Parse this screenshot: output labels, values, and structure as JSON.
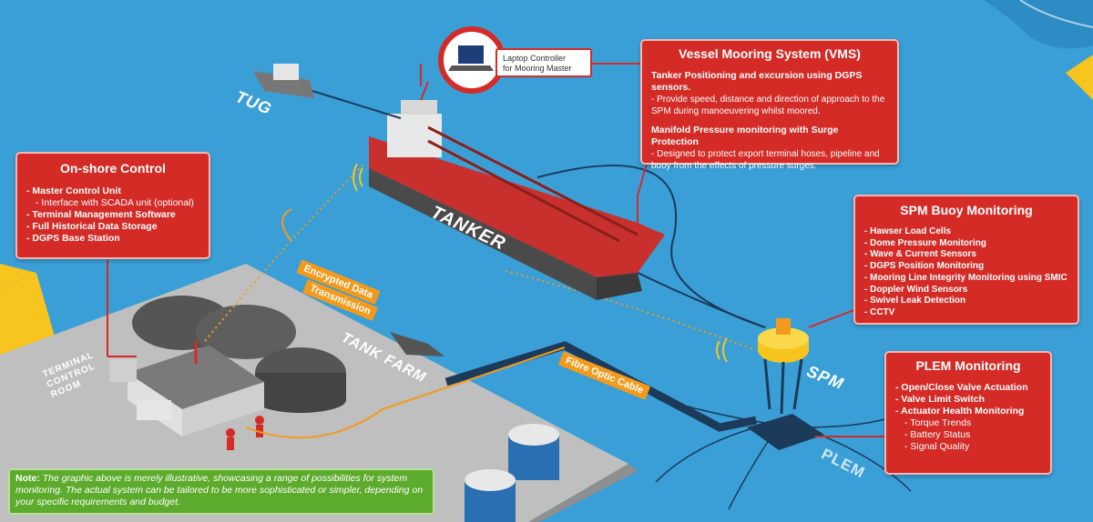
{
  "labels": {
    "tug": "TUG",
    "tanker": "TANKER",
    "tank_farm": "TANK FARM",
    "spm": "SPM",
    "plem": "PLEM",
    "terminal_room": [
      "TERMINAL",
      "CONTROL",
      "ROOM"
    ],
    "encrypted": [
      "Encrypted Data",
      "Transmission"
    ],
    "fibre": "Fibre Optic Cable"
  },
  "laptop": {
    "line1": "Laptop Controller",
    "line2": "for Mooring Master"
  },
  "onshore": {
    "title": "On-shore Control",
    "items": [
      {
        "text": "- Master Control Unit",
        "sub": false
      },
      {
        "text": "- Interface with SCADA unit (optional)",
        "sub": true
      },
      {
        "text": "- Terminal Management Software",
        "sub": false
      },
      {
        "text": "- Full Historical Data Storage",
        "sub": false
      },
      {
        "text": "- DGPS Base Station",
        "sub": false
      }
    ]
  },
  "vms": {
    "title": "Vessel Mooring System (VMS)",
    "h1": "Tanker Positioning and excursion using DGPS sensors.",
    "p1": "- Provide speed, distance and direction of approach to the SPM during manoeuvering whilst moored.",
    "h2": "Manifold Pressure monitoring with Surge Protection",
    "p2": "- Designed to protect export terminal hoses, pipeline and buoy from the effects of pressure surges."
  },
  "spm_box": {
    "title": "SPM Buoy Monitoring",
    "items": [
      "- Hawser Load Cells",
      "- Dome Pressure Monitoring",
      "- Wave & Current Sensors",
      "- DGPS Position Monitoring",
      "- Mooring Line Integrity Monitoring using SMIC",
      "- Doppler Wind Sensors",
      "- Swivel Leak Detection",
      "- CCTV"
    ]
  },
  "plem_box": {
    "title": "PLEM Monitoring",
    "items": [
      {
        "text": "- Open/Close Valve Actuation",
        "sub": false
      },
      {
        "text": "- Valve Limit Switch",
        "sub": false
      },
      {
        "text": "- Actuator Health Monitoring",
        "sub": false
      },
      {
        "text": "- Torque Trends",
        "sub": true
      },
      {
        "text": "- Battery Status",
        "sub": true
      },
      {
        "text": "- Signal Quality",
        "sub": true
      }
    ]
  },
  "note": {
    "label": "Note:",
    "text": "The graphic above is merely illustrative, showcasing a range of possibilities for system monitoring. The actual system can be tailored to be more sophisticated or simpler, depending on your specific requirements and budget."
  },
  "colors": {
    "sea": "#3a9fd6",
    "accent_red": "#d42b27",
    "orange": "#f39a1c",
    "note_green": "#5dab2d",
    "sand": "#f7c51e"
  }
}
